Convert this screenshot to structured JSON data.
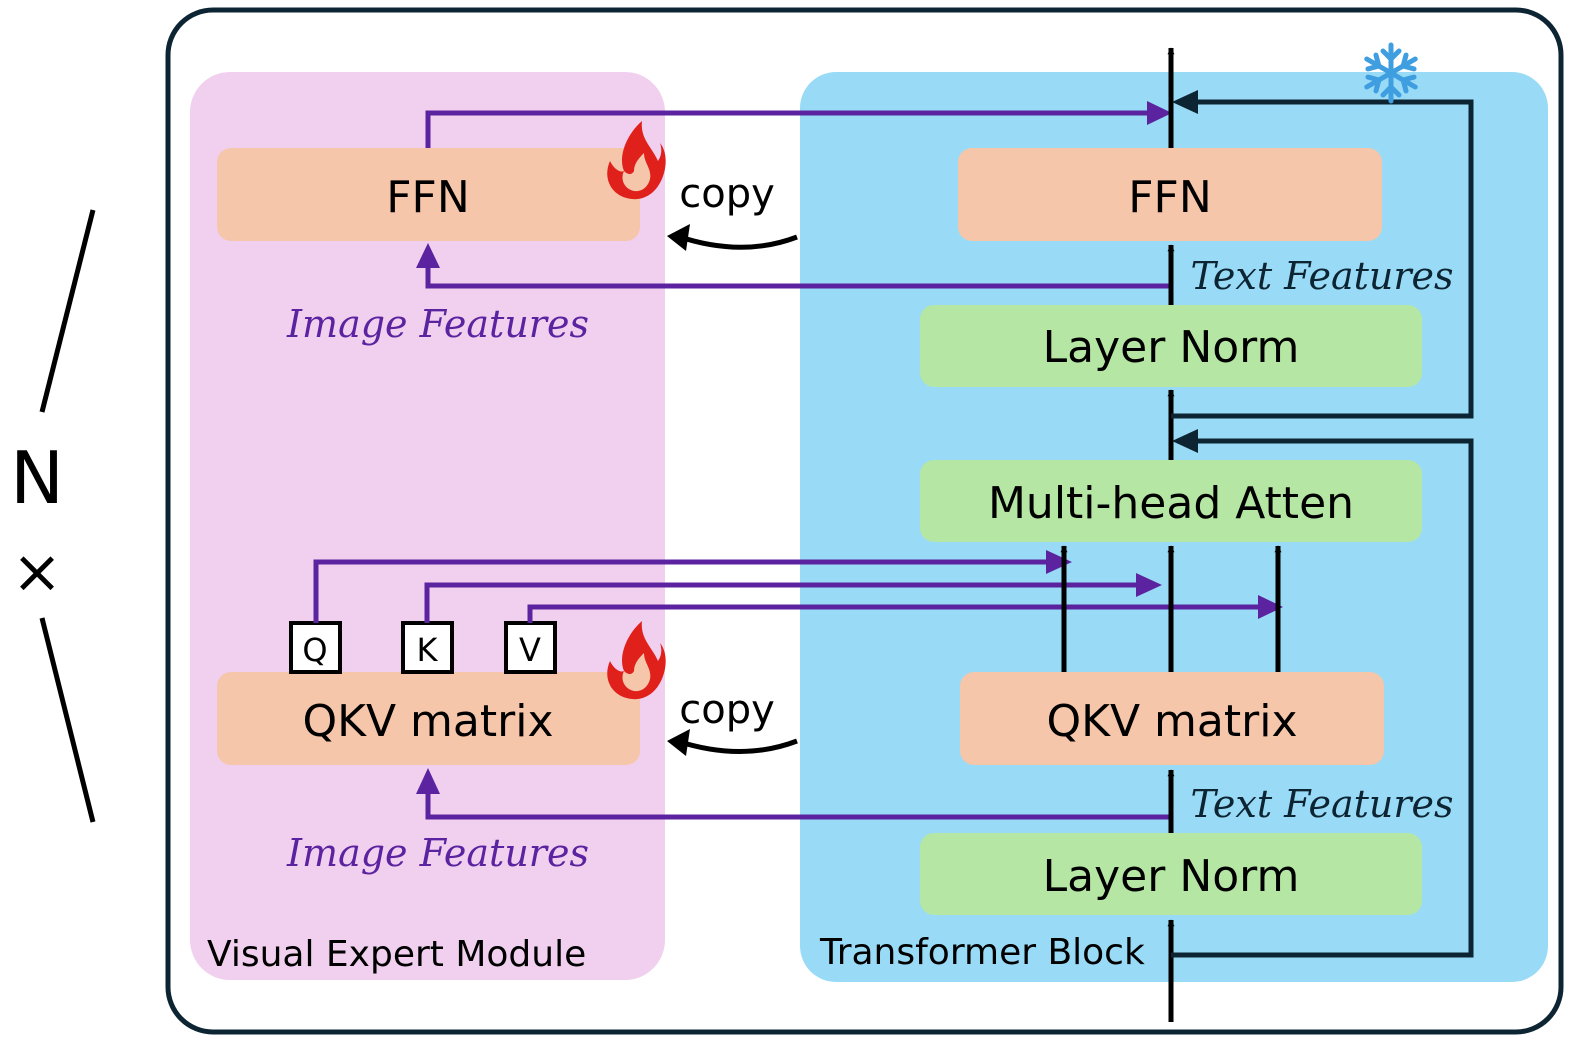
{
  "repeat": {
    "n": "N",
    "times": "×"
  },
  "visual_expert": {
    "title": "Visual Expert Module",
    "ffn_label": "FFN",
    "qkv_label": "QKV matrix",
    "image_features_top": "Image Features",
    "image_features_bottom": "Image Features",
    "q": "Q",
    "k": "K",
    "v": "V",
    "trainable_icon": "fire-icon"
  },
  "copy": {
    "top": "copy",
    "bottom": "copy"
  },
  "transformer": {
    "title": "Transformer Block",
    "ffn_label": "FFN",
    "layer_norm_top": "Layer Norm",
    "attention_label": "Multi-head Atten",
    "qkv_label": "QKV matrix",
    "layer_norm_bottom": "Layer Norm",
    "text_features_top": "Text Features",
    "text_features_bottom": "Text Features",
    "frozen_icon": "snowflake-icon"
  },
  "colors": {
    "visual_panel": "#f0d0ee",
    "transformer_panel": "#99dbf6",
    "orange_block": "#f5c6aa",
    "green_block": "#b5e6a4",
    "purple": "#5b23a0",
    "dark": "#0d2433",
    "fire": "#e0201a",
    "snow": "#3f9ee0"
  }
}
